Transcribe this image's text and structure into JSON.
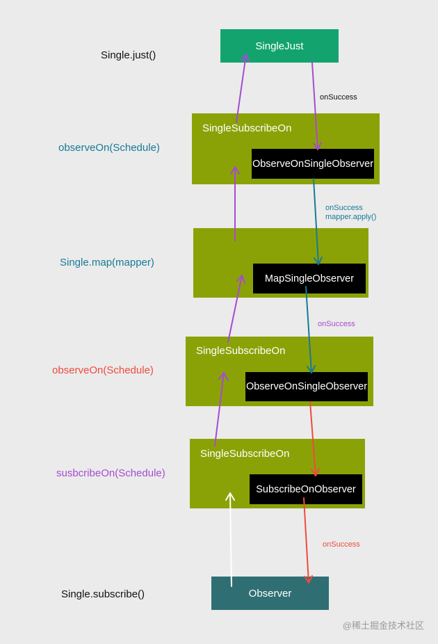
{
  "left_labels": {
    "just": "Single.just()",
    "observe_on_1": "observeOn(Schedule)",
    "map": "Single.map(mapper)",
    "observe_on_2": "observeOn(Schedule)",
    "subscribe_on": "susbcribeOn(Schedule)",
    "subscribe": "Single.subscribe()"
  },
  "boxes": {
    "single_just": "SingleJust",
    "box1_title": "SingleSubscribeOn",
    "box1_inner": "ObserveOnSingleObserver",
    "box2_inner": "MapSingleObserver",
    "box3_title": "SingleSubscribeOn",
    "box3_inner": "ObserveOnSingleObserver",
    "box4_title": "SingleSubscribeOn",
    "box4_inner": "SubscribeOnObserver",
    "observer": "Observer"
  },
  "edge_labels": {
    "e1": "onSuccess",
    "e2_line1": "onSuccess",
    "e2_line2": "mapper.apply()",
    "e3": "onSuccess",
    "e4": "onSuccess"
  },
  "watermark": "@稀土掘金技术社区",
  "colors": {
    "background": "#ebebeb",
    "single_just": "#13a36f",
    "olive_box": "#8ba207",
    "observer": "#2f6f74",
    "purple": "#a64bd1",
    "teal": "#177a97",
    "red": "#ef4a3f",
    "white": "#ffffff"
  }
}
